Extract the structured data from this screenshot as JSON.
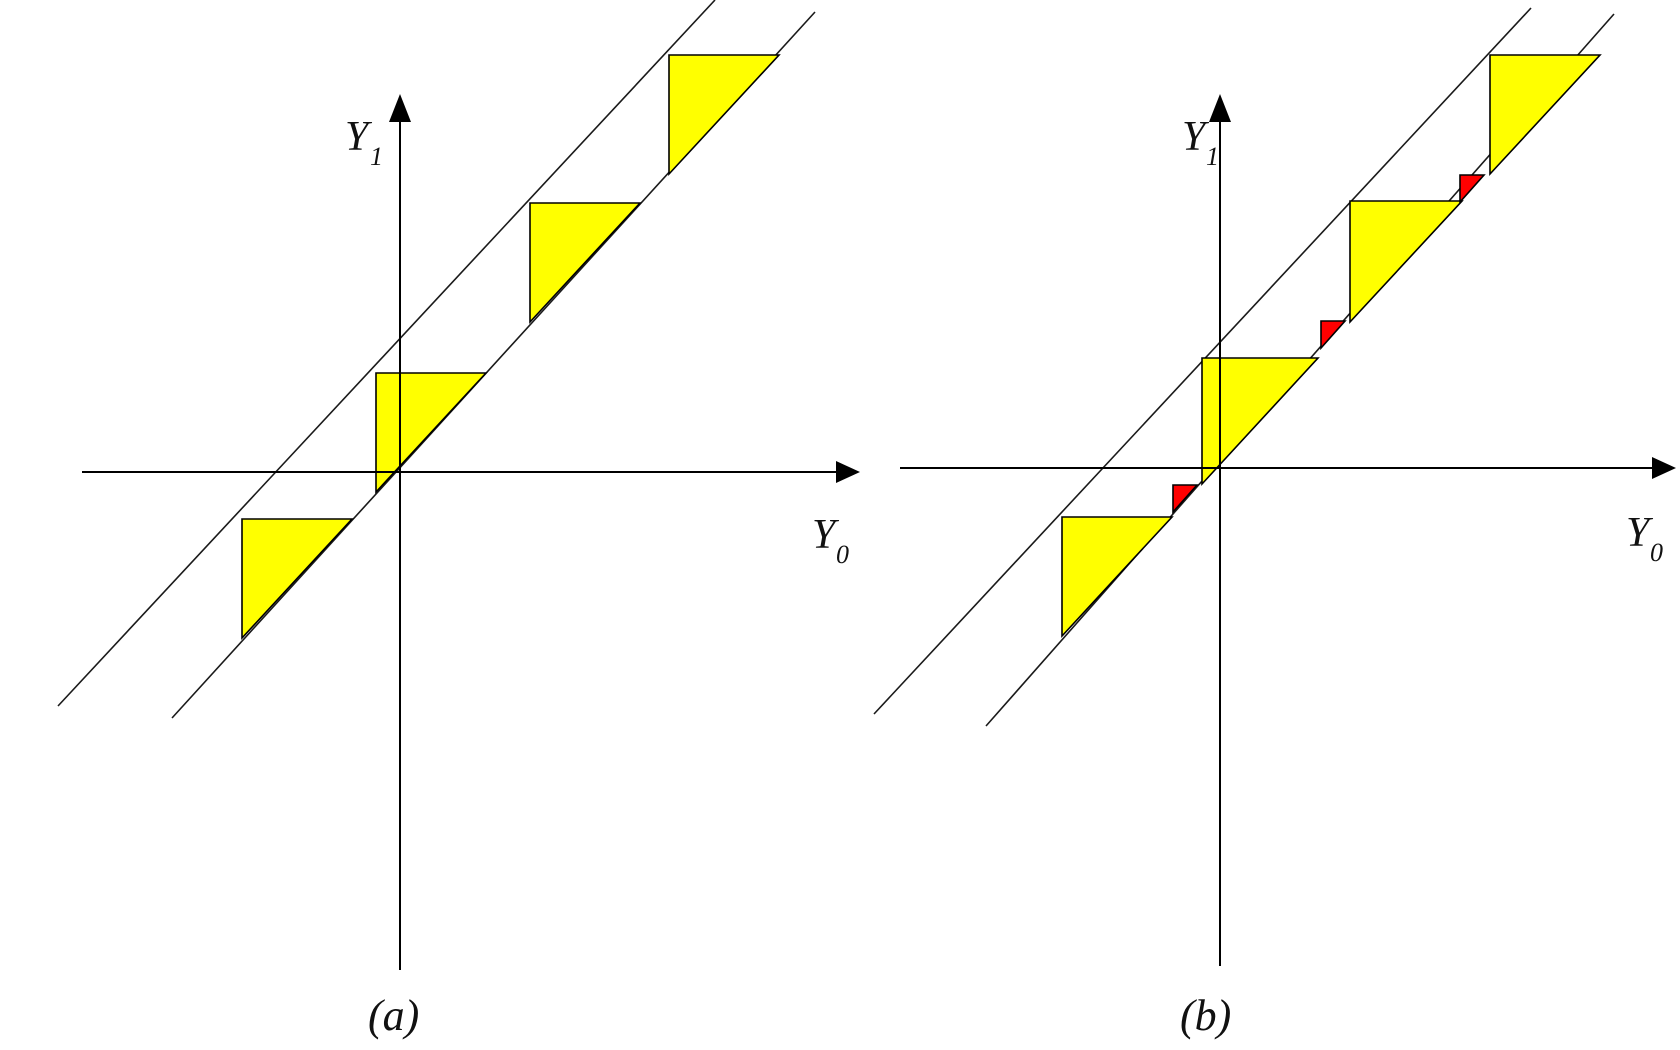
{
  "panels": [
    {
      "id": "a",
      "caption": "(a)",
      "x_axis_label": {
        "main": "Y",
        "sub": "0"
      },
      "y_axis_label": {
        "main": "Y",
        "sub": "1"
      },
      "small_triangles": false
    },
    {
      "id": "b",
      "caption": "(b)",
      "x_axis_label": {
        "main": "Y",
        "sub": "0"
      },
      "y_axis_label": {
        "main": "Y",
        "sub": "1"
      },
      "small_triangles": true
    }
  ],
  "colors": {
    "triangle_fill": "#ffff00",
    "small_triangle_fill": "#ff0000",
    "line": "#1a1a1a"
  }
}
